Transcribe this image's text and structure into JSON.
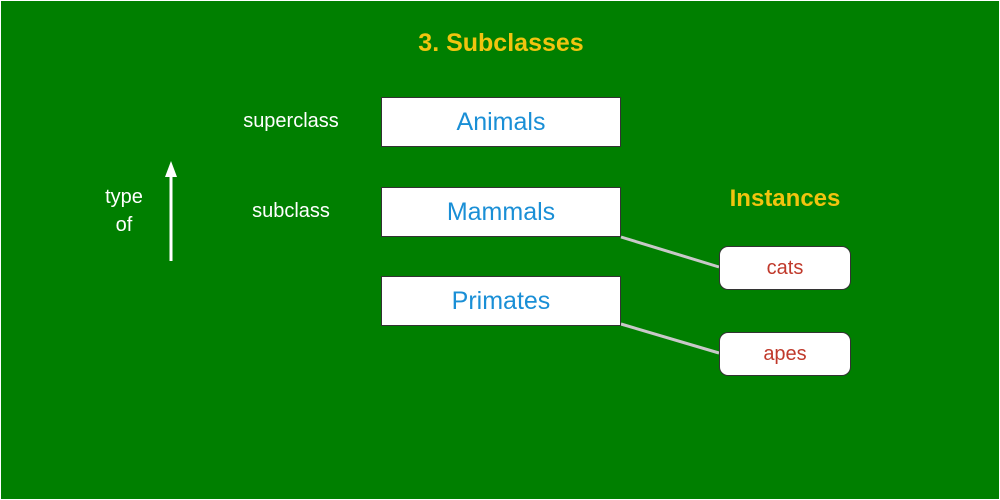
{
  "diagram": {
    "title": "3. Subclasses",
    "levels": {
      "superclass_label": "superclass",
      "subclass_label": "subclass"
    },
    "direction_label": {
      "line1": "type",
      "line2": "of"
    },
    "classes": [
      {
        "label": "Animals"
      },
      {
        "label": "Mammals"
      },
      {
        "label": "Primates"
      }
    ],
    "instances_title": "Instances",
    "instances": [
      {
        "label": "cats"
      },
      {
        "label": "apes"
      }
    ],
    "colors": {
      "background": "#007f00",
      "title": "#f1c40f",
      "class_text": "#1a8fd6",
      "instance_text": "#c0392b",
      "connector": "#c8c8c8",
      "arrow": "#ffffff"
    }
  }
}
